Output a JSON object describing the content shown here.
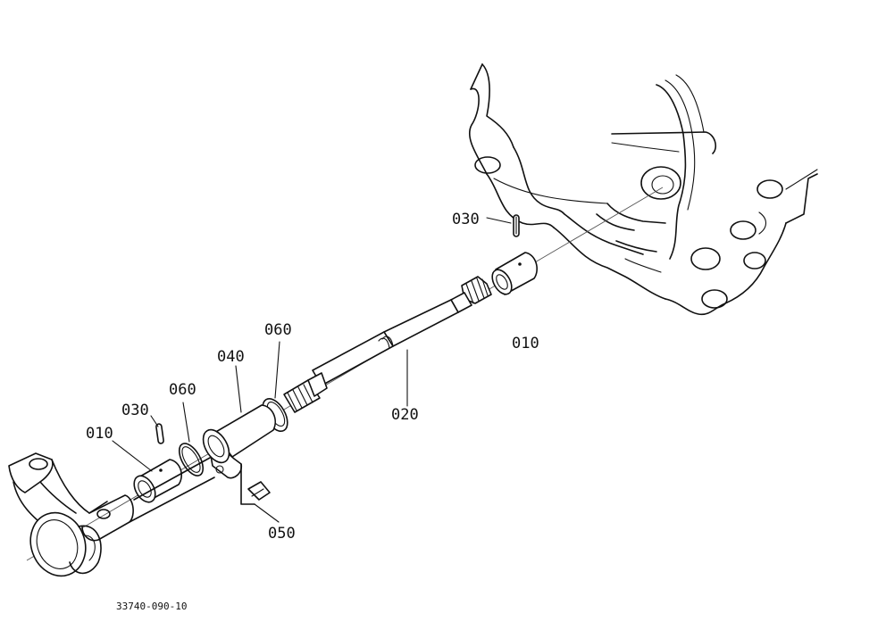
{
  "callouts": {
    "c010_right": "010",
    "c030_right": "030",
    "c020": "020",
    "c060_upper": "060",
    "c040": "040",
    "c060_lower": "060",
    "c030_left": "030",
    "c010_left": "010",
    "c050": "050"
  },
  "drawing_code": "33740-090-10",
  "parts": [
    {
      "ref": "010",
      "icon": "bushing-icon"
    },
    {
      "ref": "020",
      "icon": "shaft-icon"
    },
    {
      "ref": "030",
      "icon": "pin-icon"
    },
    {
      "ref": "040",
      "icon": "sleeve-icon"
    },
    {
      "ref": "050",
      "icon": "bolt-icon"
    },
    {
      "ref": "060",
      "icon": "o-ring-icon"
    }
  ]
}
